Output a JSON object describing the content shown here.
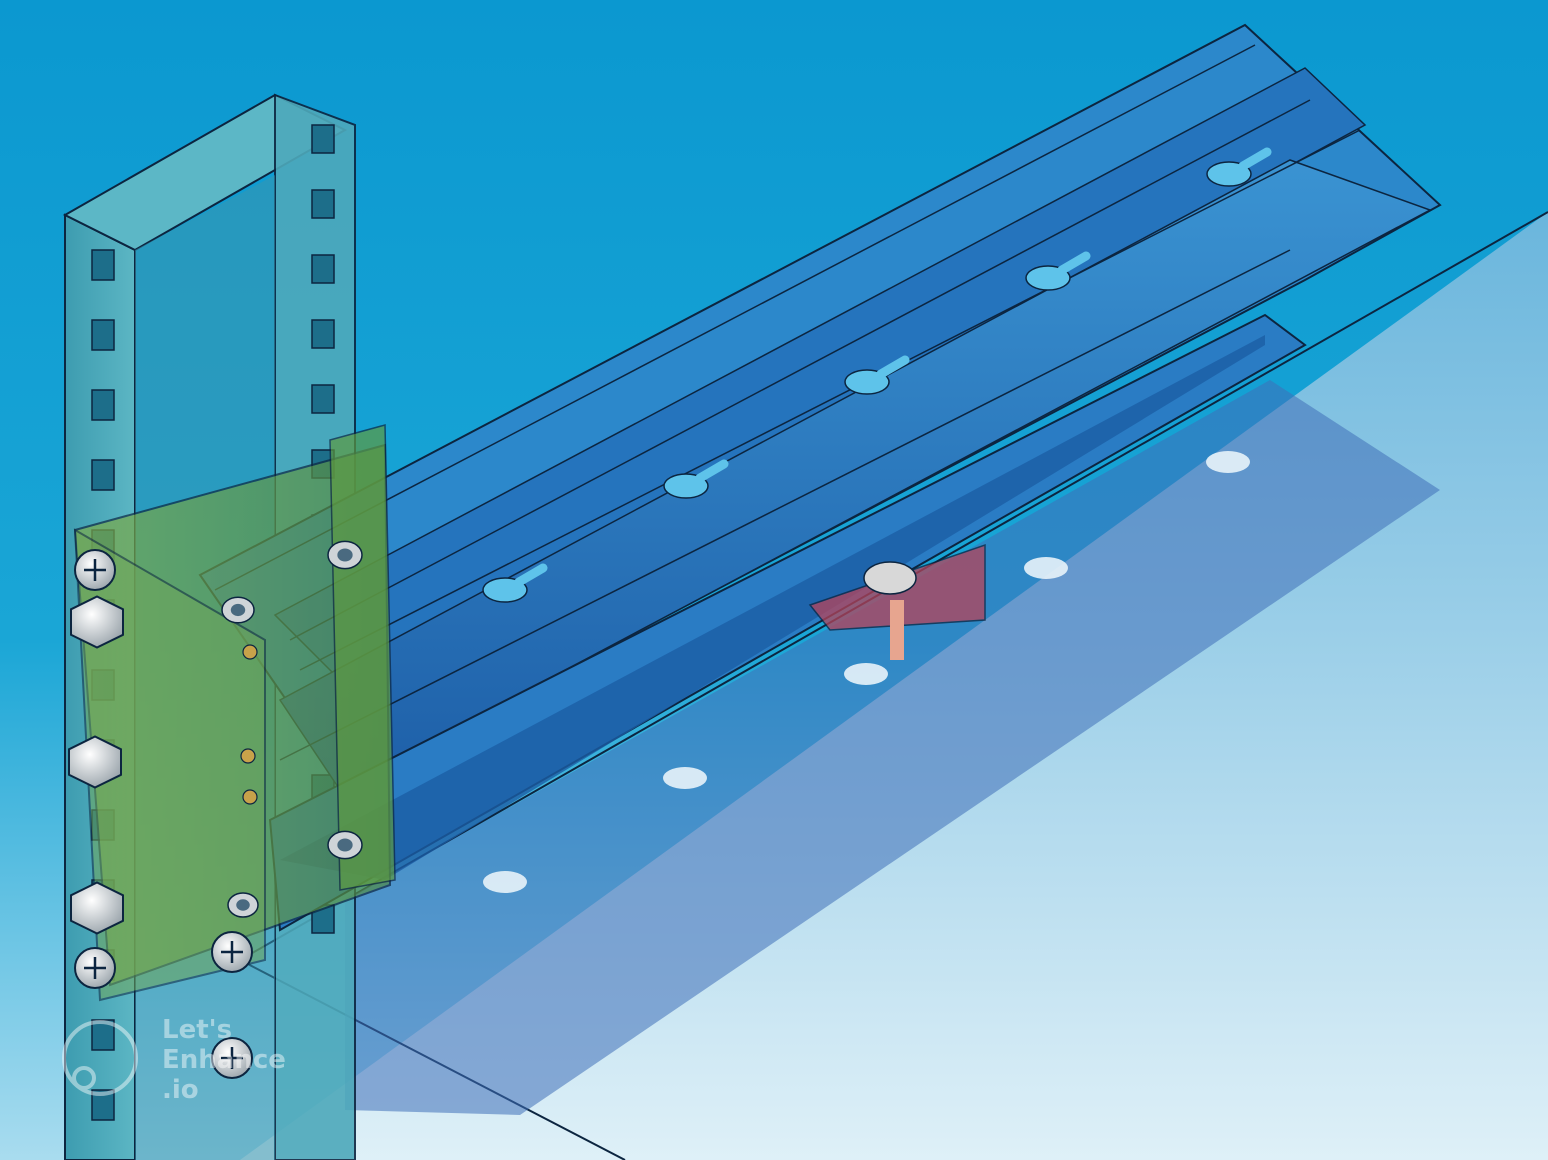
{
  "figure": {
    "subject": "rack-rail-mounting-assembly",
    "colors": {
      "background_top": "#0b98d0",
      "background_bottom": "#8fd0ea",
      "floor_top": "#7fbfe0",
      "floor_bottom": "#d9eef7",
      "rail": "#2f86c8",
      "rail_dark": "#1f60a8",
      "rail_outline": "#0c2540",
      "post": "#4aa7b8",
      "bracket": "#6a9a3c",
      "bracket_light": "#8cc07a",
      "clip_red": "#b6435a",
      "hardware": "#d8d8d8",
      "brass": "#c8a24a"
    },
    "rail_keyhole_count": 5,
    "post_square_hole_count": 13
  },
  "watermark": {
    "line1": "Let's",
    "line2": "Enhance",
    "line3": ".io"
  }
}
